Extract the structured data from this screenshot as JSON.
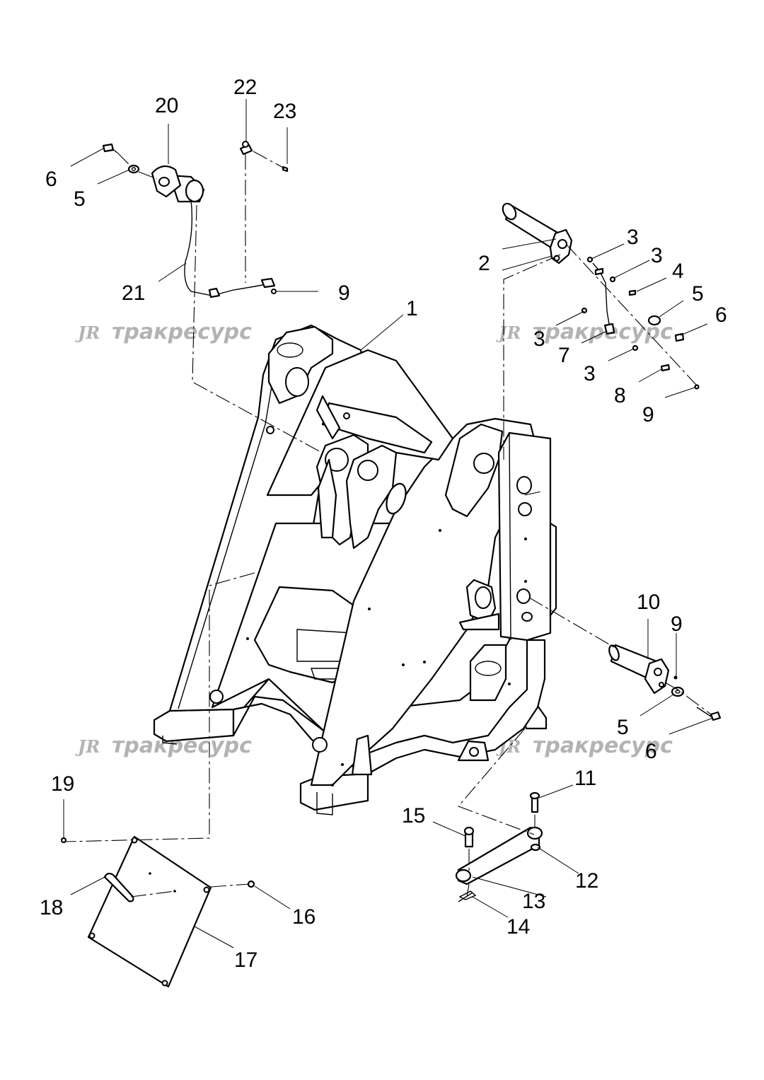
{
  "callouts": {
    "c1": "1",
    "c2": "2",
    "c3a": "3",
    "c3b": "3",
    "c3c": "3",
    "c3d": "3",
    "c4": "4",
    "c5a": "5",
    "c5b": "5",
    "c5c": "5",
    "c6a": "6",
    "c6b": "6",
    "c6c": "6",
    "c7": "7",
    "c8": "8",
    "c9a": "9",
    "c9b": "9",
    "c9c": "9",
    "c10": "10",
    "c11": "11",
    "c12": "12",
    "c13": "13",
    "c14": "14",
    "c15": "15",
    "c16": "16",
    "c17": "17",
    "c18": "18",
    "c19": "19",
    "c20": "20",
    "c21": "21",
    "c22": "22",
    "c23": "23"
  },
  "watermark": {
    "logo": "JR",
    "text": "тракресурс"
  }
}
